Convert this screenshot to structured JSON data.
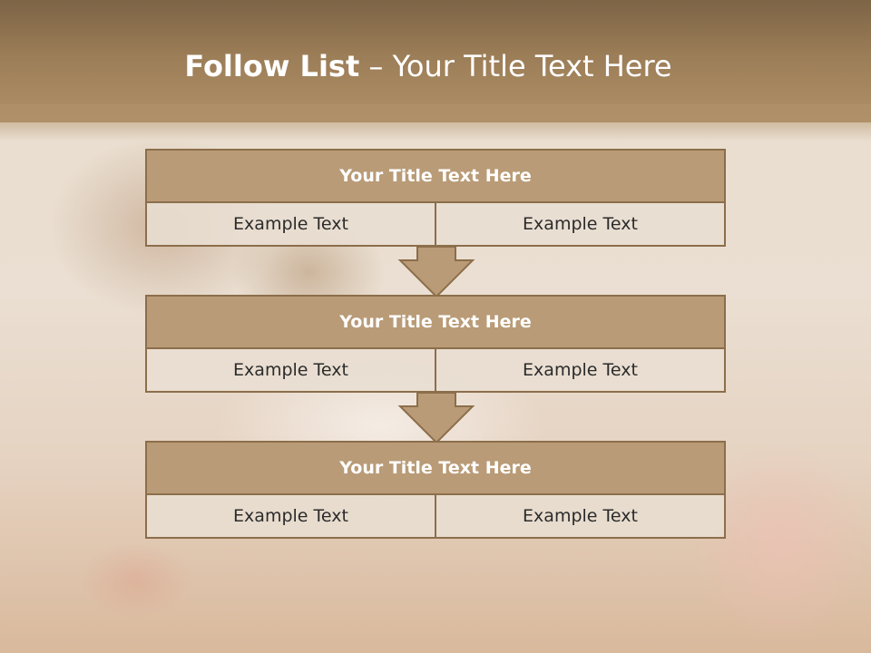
{
  "slide": {
    "title_bold": "Follow List",
    "title_rest": " – Your Title Text Here"
  },
  "steps": [
    {
      "title": "Your Title Text Here",
      "left": "Example Text",
      "right": "Example Text"
    },
    {
      "title": "Your Title Text Here",
      "left": "Example Text",
      "right": "Example Text"
    },
    {
      "title": "Your Title Text Here",
      "left": "Example Text",
      "right": "Example Text"
    }
  ],
  "colors": {
    "header": "#9b7d57",
    "box_title": "#b99b77",
    "border": "#8c6e4b",
    "cell": "#e8ded1"
  }
}
